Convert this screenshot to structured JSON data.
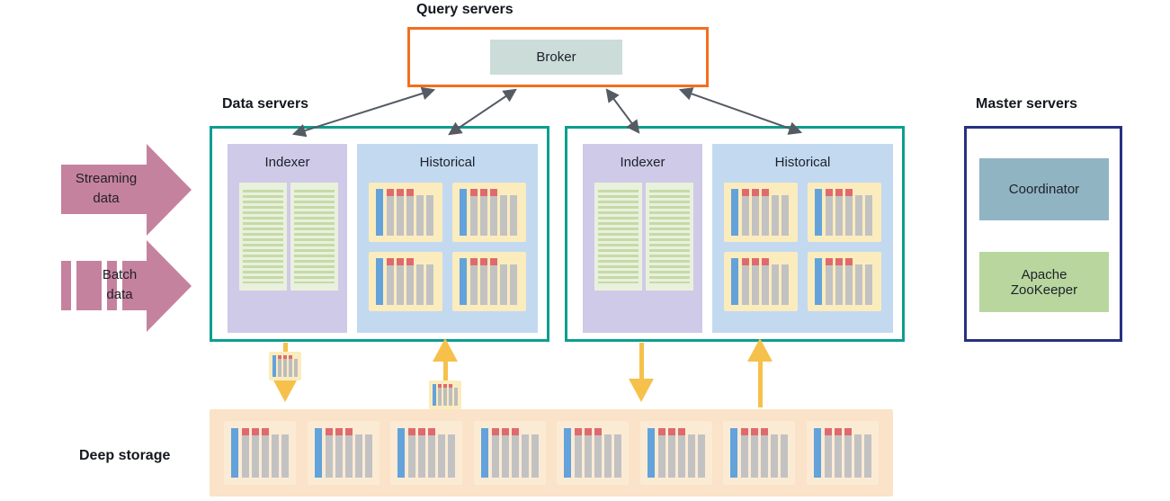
{
  "titles": {
    "query_servers": "Query servers",
    "data_servers": "Data servers",
    "master_servers": "Master servers",
    "deep_storage": "Deep storage"
  },
  "query_servers": {
    "broker_label": "Broker"
  },
  "data_servers": [
    {
      "indexer_label": "Indexer",
      "historical_label": "Historical"
    },
    {
      "indexer_label": "Indexer",
      "historical_label": "Historical"
    }
  ],
  "master_servers": {
    "coordinator_label": "Coordinator",
    "zookeeper_label": "Apache ZooKeeper"
  },
  "inputs": {
    "streaming_label": "Streaming data",
    "batch_label": "Batch data"
  },
  "colors": {
    "query_border": "#F26F1D",
    "data_border": "#0D9E8F",
    "master_border": "#26317F",
    "broker_fill": "#CBDCD9",
    "coordinator_fill": "#90B4C2",
    "zookeeper_fill": "#B9D69E",
    "indexer_fill": "#CFCAE8",
    "historical_fill": "#C3D9F0",
    "segment_bg": "#FBECBE",
    "deep_storage_bg": "#FAE3C8",
    "bar_blue": "#63A2DB",
    "bar_gray": "#C2C2C2",
    "bar_red": "#DF6A6E",
    "input_arrow_pink": "#C5829E",
    "transfer_arrow_yellow": "#F6C14B",
    "connector_gray": "#555B63"
  }
}
